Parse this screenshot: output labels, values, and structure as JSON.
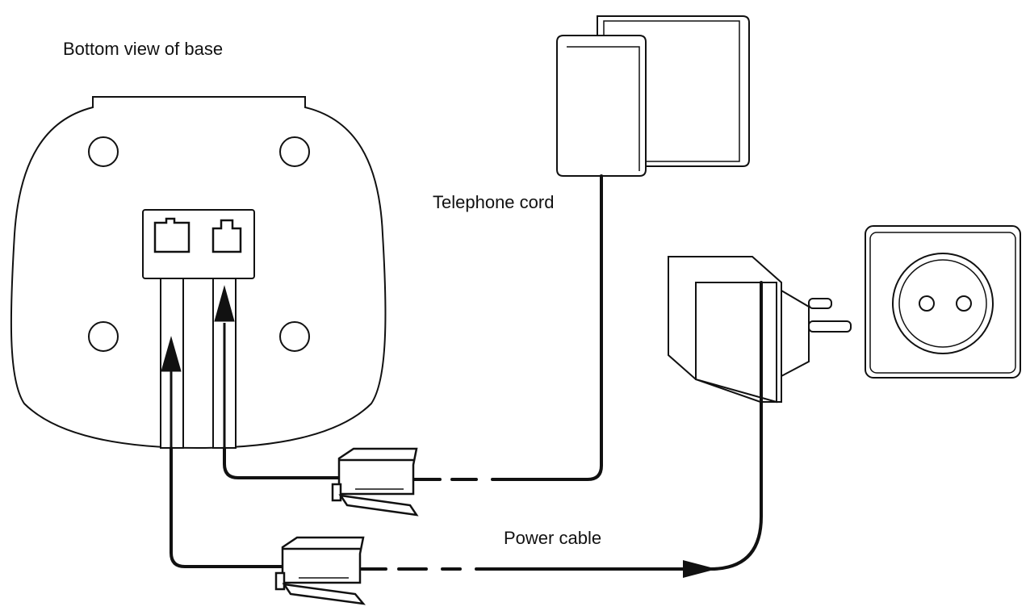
{
  "labels": {
    "base": "Bottom view of base",
    "telephone_cord": "Telephone cord",
    "power_cable": "Power cable"
  },
  "colors": {
    "stroke": "#111111",
    "fill": "#ffffff"
  },
  "icons": {
    "base": "phone-base-bottom-icon",
    "wall_jack": "telephone-wall-jack-icon",
    "power_adapter": "power-adapter-icon",
    "wall_socket": "wall-power-socket-icon",
    "plug": "rj-plug-icon"
  }
}
